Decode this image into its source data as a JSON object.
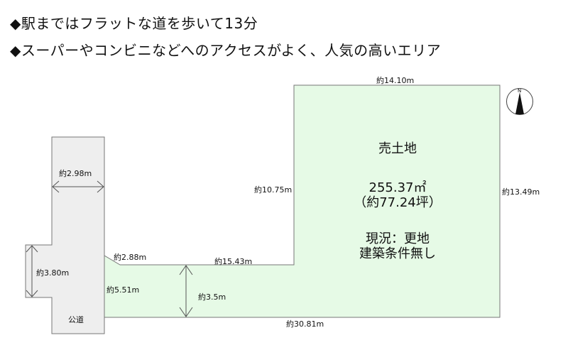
{
  "header": {
    "line1": "◆駅まではフラットな道を歩いて13分",
    "line2": "◆スーパーやコンビニなどへのアクセスがよく、人気の高いエリア"
  },
  "plot": {
    "title": "売土地",
    "area_sqm": "255.37㎡",
    "area_tsubo": "（約77.24坪）",
    "status": "現況：更地",
    "condition": "建築条件無し",
    "fill_color": "#e6fae6"
  },
  "road": {
    "label": "公道",
    "fill_color": "#eeeeee"
  },
  "dimensions": {
    "top": "約14.10m",
    "right": "約13.49m",
    "inner_left": "約10.75m",
    "inner_bottom": "約15.43m",
    "bottom": "約30.81m",
    "diagonal": "約2.88m",
    "frontage": "約5.51m",
    "passage_width": "約3.5m",
    "road_width": "約2.98m",
    "road_bump": "約3.80m"
  },
  "compass": {
    "label": "N"
  }
}
